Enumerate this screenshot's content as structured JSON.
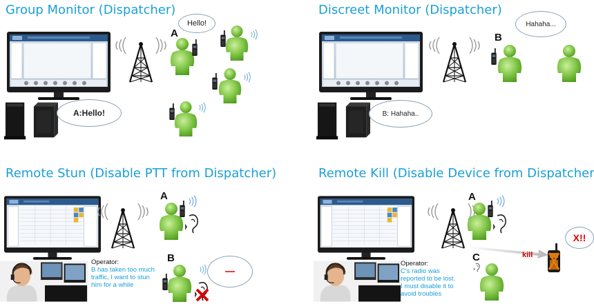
{
  "panels": {
    "group_monitor": {
      "title": "Group Monitor (Dispatcher)",
      "label_a": "A",
      "speech_radio": "Hello!",
      "speech_dispatcher": "A:Hello!"
    },
    "discreet_monitor": {
      "title": "Discreet Monitor (Dispatcher)",
      "label_b": "B",
      "speech_people": "Hahaha...",
      "speech_dispatcher": "B: Hahaha.."
    },
    "remote_stun": {
      "title": "Remote Stun (Disable PTT from Dispatcher)",
      "label_a": "A",
      "label_b": "B",
      "operator_heading": "Operator:",
      "operator_text": "B  has taken too much traffic, I want to stun him for a while"
    },
    "remote_kill": {
      "title": "Remote Kill (Disable Device from Dispatcher)",
      "label_a": "A",
      "label_c": "C",
      "operator_heading": "Operator:",
      "operator_text": "C's radio was reported to be lost. I must disable it to avoid troubles",
      "kill_label": "kill",
      "kill_bubble": "X!!"
    }
  },
  "colors": {
    "title": "#1aa0d6",
    "figure": "#7cc242",
    "kill": "#d80000",
    "operator_text": "#1aa0d6"
  }
}
